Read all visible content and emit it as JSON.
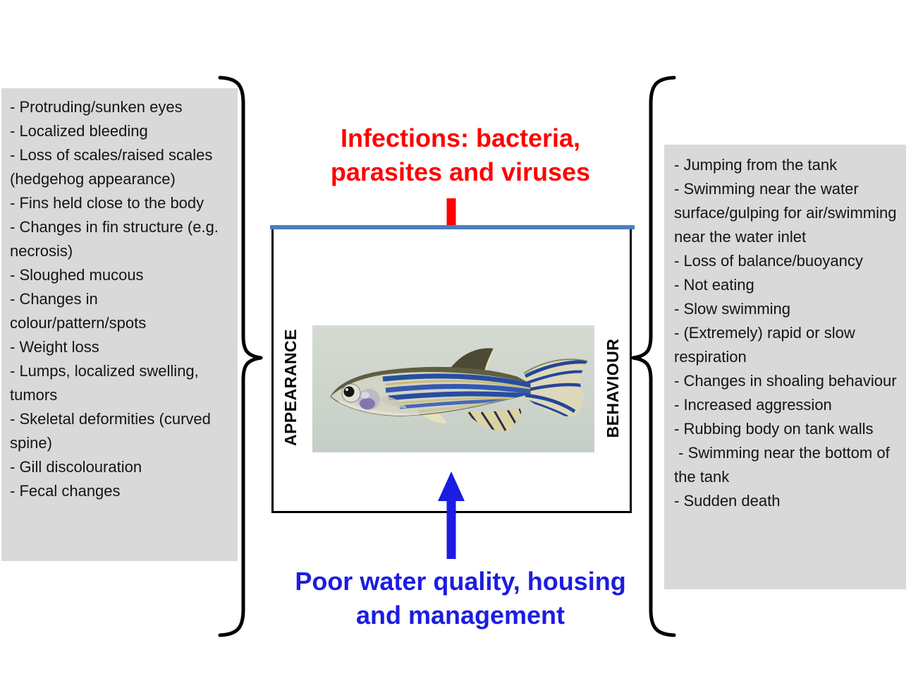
{
  "causes_top": {
    "line1": "Infections: bacteria,",
    "line2": "parasites and viruses"
  },
  "causes_bottom": {
    "line1": "Poor water quality, housing",
    "line2": "and management"
  },
  "center": {
    "left_label": "APPEARANCE",
    "right_label": "BEHAVIOUR",
    "image": "zebrafish"
  },
  "appearance_panel": {
    "items": [
      "- Protruding/sunken eyes",
      "- Localized bleeding",
      "- Loss of scales/raised scales (hedgehog appearance)",
      "- Fins held close to the body",
      "- Changes in fin structure (e.g. necrosis)",
      "- Sloughed mucous",
      "- Changes in colour/pattern/spots",
      "- Weight loss",
      "- Lumps, localized swelling, tumors",
      "- Skeletal deformities (curved spine)",
      "- Gill discolouration",
      "- Fecal changes"
    ]
  },
  "behaviour_panel": {
    "items": [
      "- Jumping from the tank",
      "- Swimming near the water surface/gulping for air/swimming near the water inlet",
      "- Loss of balance/buoyancy",
      "- Not eating",
      "- Slow swimming",
      "- (Extremely) rapid or slow respiration",
      "- Changes in shoaling behaviour",
      "- Increased aggression",
      "- Rubbing body on tank walls",
      " - Swimming near the bottom of the tank",
      "- Sudden death"
    ]
  },
  "colors": {
    "infection_red": "#fe0101",
    "management_blue": "#1c1ce2",
    "panel_gray": "#d9d9d9",
    "box_top_line_blue": "#4a7ebd",
    "brace_and_border_black": "#000000"
  }
}
